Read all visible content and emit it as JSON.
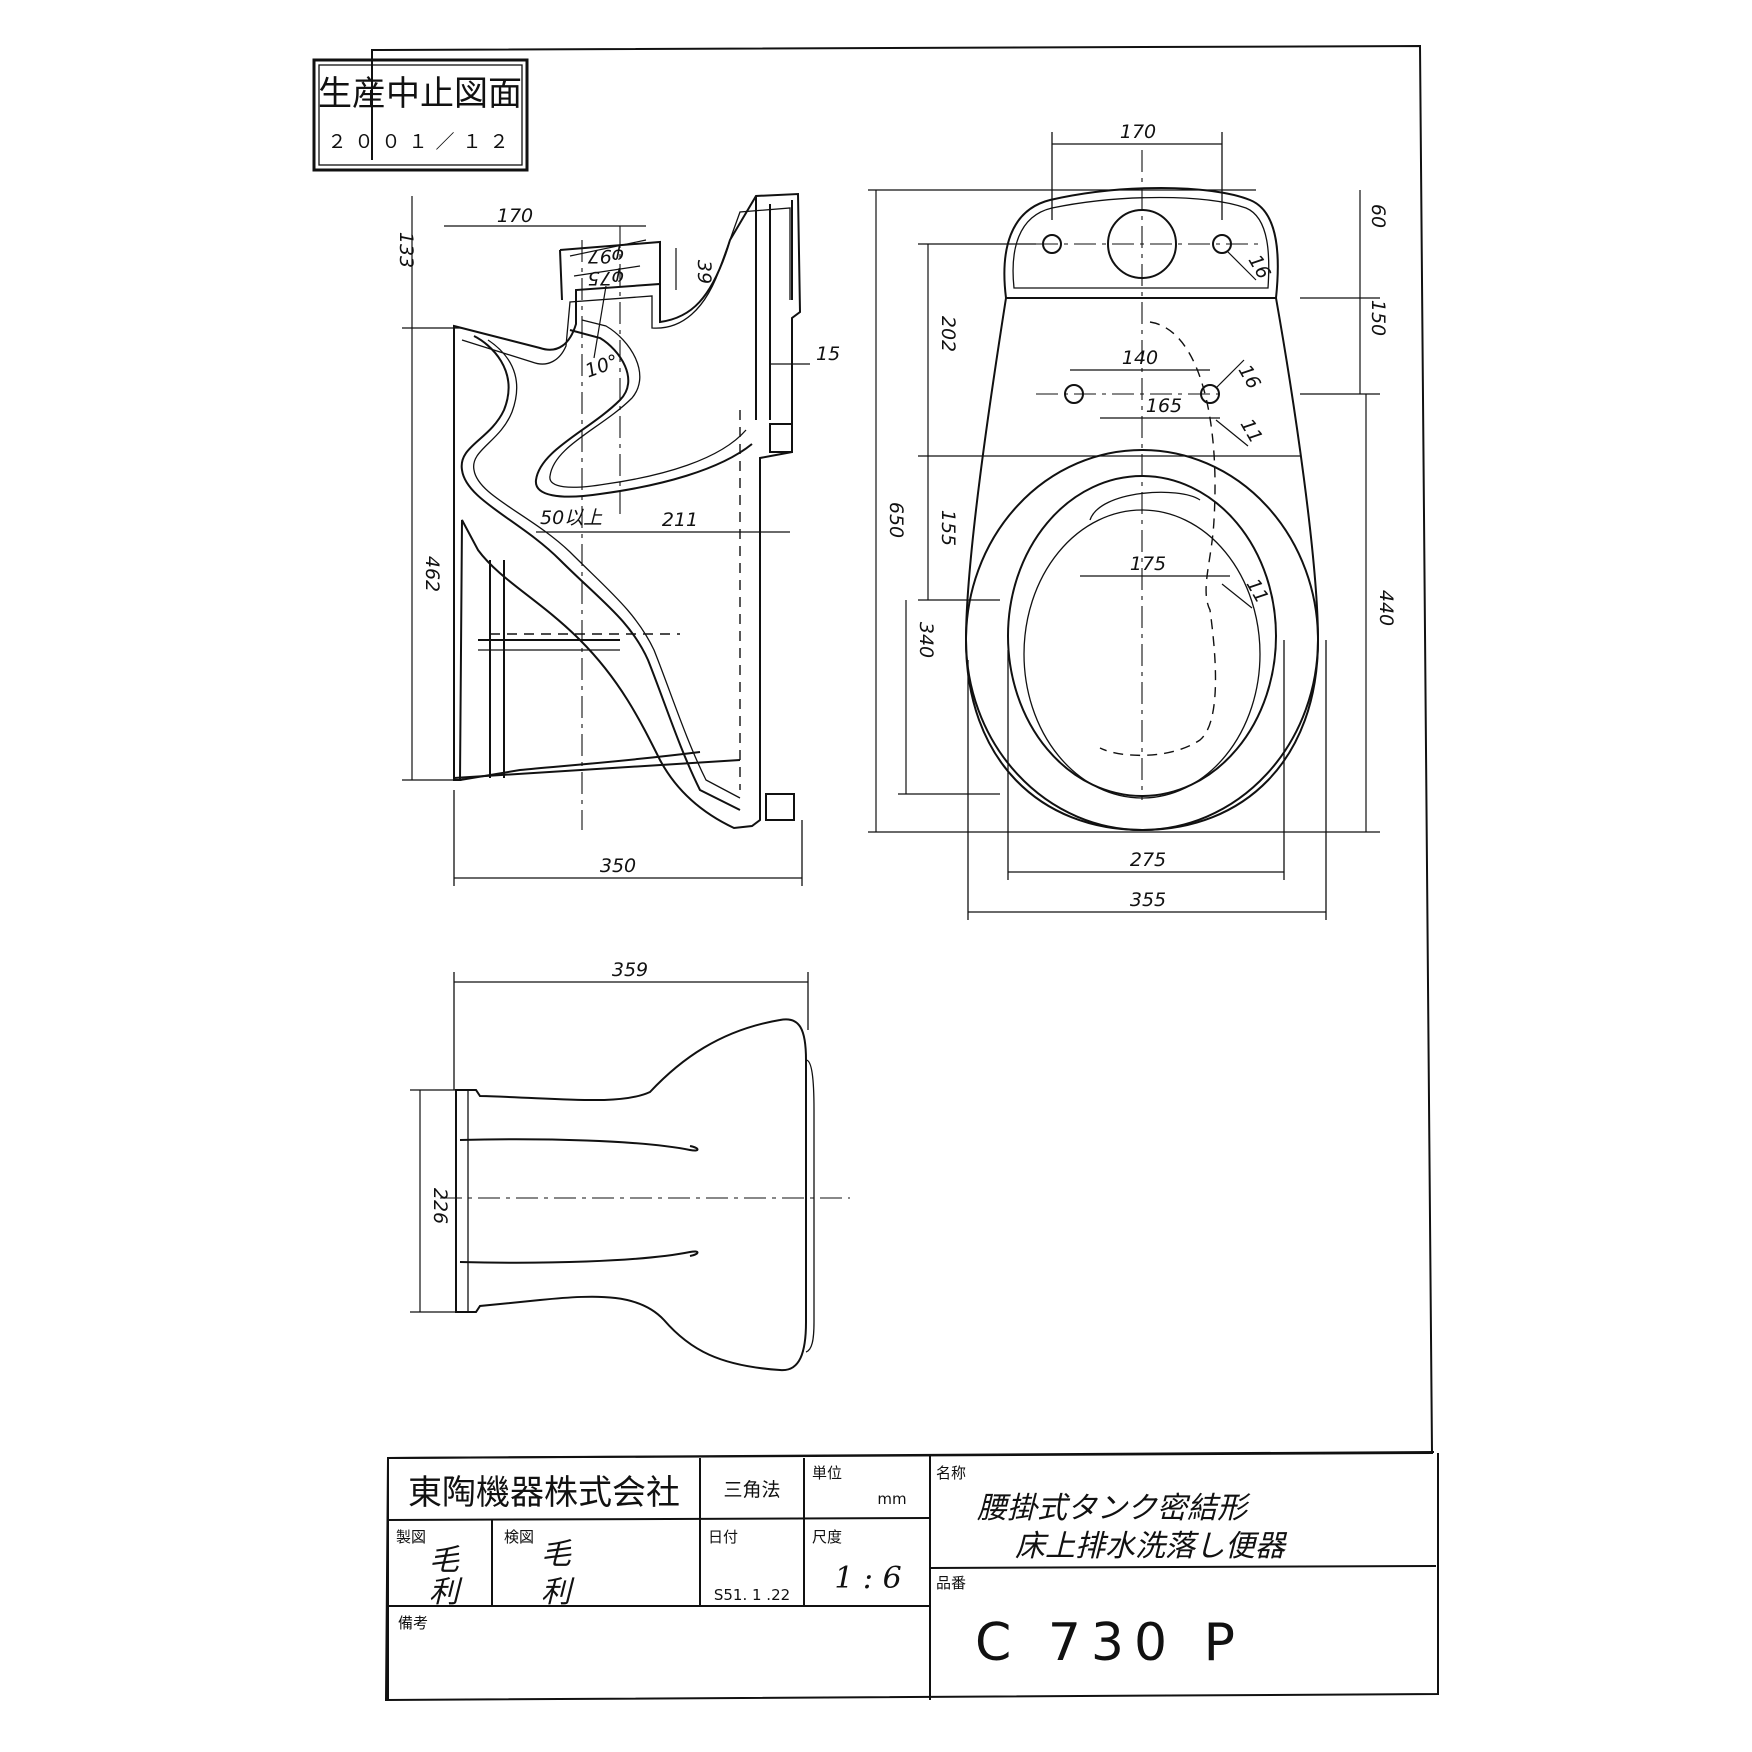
{
  "stamp": {
    "title": "生産中止図面",
    "date": "２００１／１２"
  },
  "dimensions": {
    "side_view": [
      "170",
      "133",
      "φ97",
      "φ75",
      "39",
      "10°",
      "15",
      "50以上",
      "211",
      "462",
      "350"
    ],
    "top_view": [
      "170",
      "60",
      "16",
      "150",
      "202",
      "140",
      "165",
      "16",
      "11",
      "650",
      "155",
      "175",
      "11",
      "440",
      "340",
      "275",
      "355"
    ],
    "front_view": [
      "359",
      "226"
    ]
  },
  "title_block": {
    "company": "東陶機器株式会社",
    "projection": "三角法",
    "unit_label": "単位",
    "unit_value": "mm",
    "name_label": "名称",
    "name_line1": "腰掛式タンク密結形",
    "name_line2": "床上排水洗落し便器",
    "drawn_label": "製図",
    "drawn_by_1": "毛",
    "drawn_by_2": "利",
    "checked_label": "検図",
    "checked_by_1": "毛",
    "checked_by_2": "利",
    "date_label": "日付",
    "date_value": "S51. 1 .22",
    "scale_label": "尺度",
    "scale_value": "1 : 6",
    "part_label": "品番",
    "part_number": "C 730 P",
    "remarks_label": "備考"
  }
}
